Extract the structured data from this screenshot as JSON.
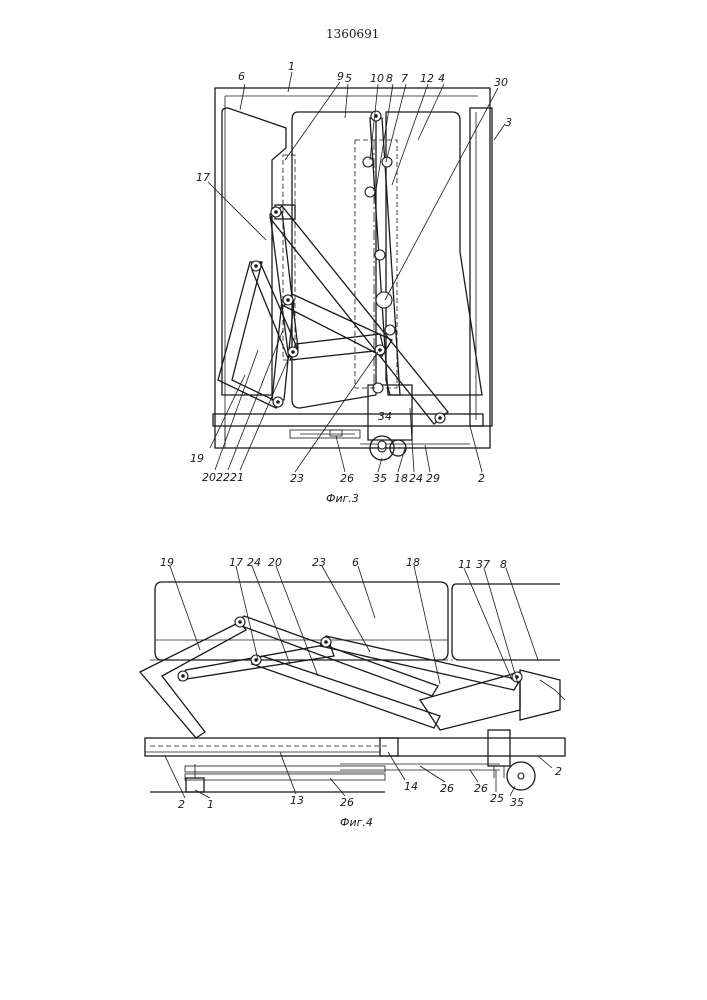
{
  "document": {
    "patent_number": "1360691"
  },
  "figure3": {
    "caption": "Фиг.3",
    "labels": {
      "l1": "1",
      "l2": "2",
      "l3": "3",
      "l4": "4",
      "l5": "5",
      "l6": "6",
      "l7": "7",
      "l8": "8",
      "l9": "9",
      "l10": "10",
      "l12": "12",
      "l17": "17",
      "l18": "18",
      "l19": "19",
      "l20": "20",
      "l21": "21",
      "l22": "22",
      "l23": "23",
      "l24": "24",
      "l26": "26",
      "l29": "29",
      "l30": "30",
      "l34": "34",
      "l35": "35"
    }
  },
  "figure4": {
    "caption": "Фиг.4",
    "labels": {
      "l1": "1",
      "l2a": "2",
      "l2b": "2",
      "l6": "6",
      "l8": "8",
      "l11": "11",
      "l13": "13",
      "l14": "14",
      "l17": "17",
      "l18": "18",
      "l19": "19",
      "l20": "20",
      "l23": "23",
      "l24": "24",
      "l25": "25",
      "l26a": "26",
      "l26b": "26",
      "l26c": "26",
      "l35": "35",
      "l37": "37"
    }
  }
}
